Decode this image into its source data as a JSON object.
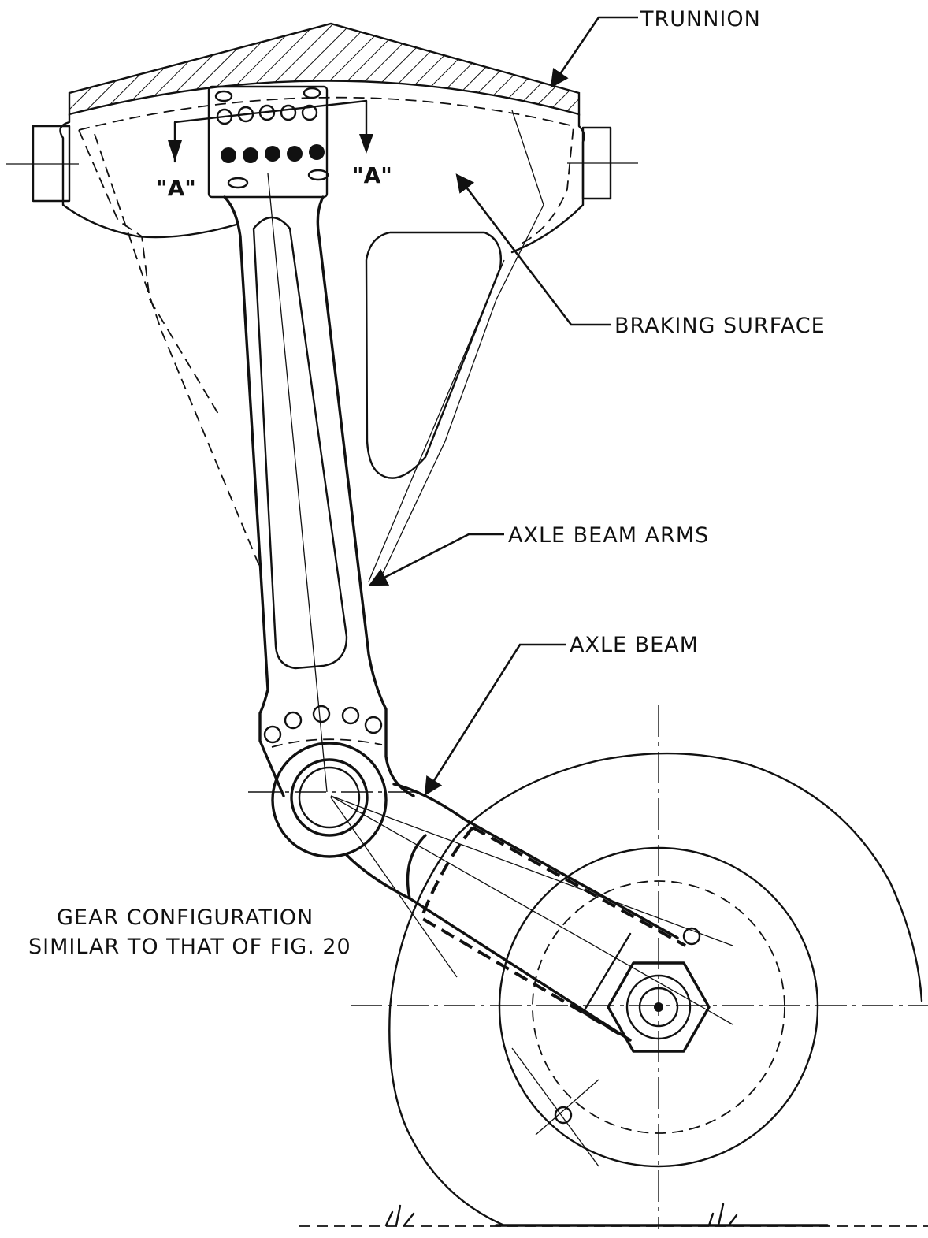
{
  "labels": {
    "trunnion": "TRUNNION",
    "braking_surface": "BRAKING SURFACE",
    "axle_beam_arms": "AXLE BEAM ARMS",
    "axle_beam": "AXLE BEAM",
    "gear_config_line1": "GEAR CONFIGURATION",
    "gear_config_line2": "SIMILAR TO THAT OF FIG. 20",
    "section_marker": "\"A\""
  },
  "colors": {
    "ink": "#111111",
    "paper": "#ffffff"
  }
}
